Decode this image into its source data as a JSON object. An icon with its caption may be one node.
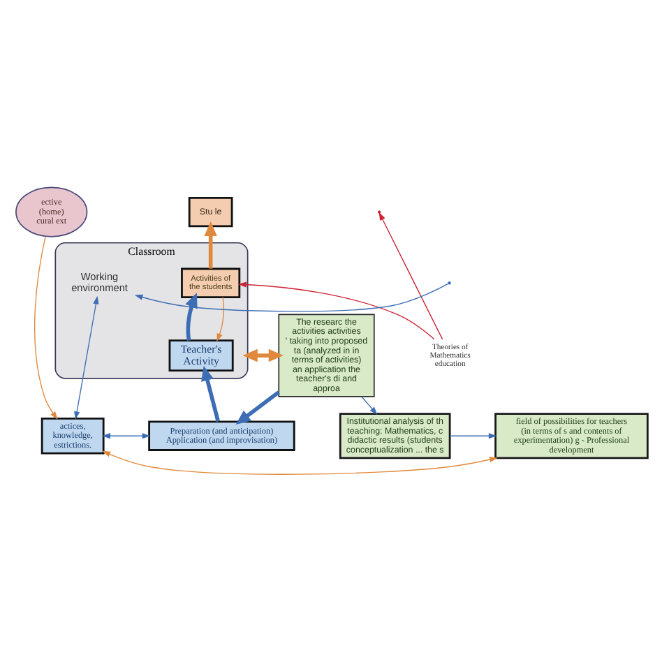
{
  "diagram": {
    "nodes": [
      {
        "text": [
          "ective (home) cural ext"
        ]
      },
      {
        "text": [
          "Classroom"
        ]
      },
      {
        "text": [
          "Stu le"
        ]
      },
      {
        "text": [
          "Working environment"
        ],
        "in": 1
      },
      {
        "text": [
          "Activities of the students"
        ],
        "in": 1
      },
      {
        "text": [
          "Teacher's Activity"
        ],
        "in": 1
      },
      {
        "text": [
          "The researc the activities activities ' taking into proposed ta (analyzed in in terms of activities) an application the teacher's di and approa"
        ]
      },
      {
        "text": [
          "Theories of Mathematics education"
        ]
      },
      {
        "text": [
          "actices, knowledge, estrictions."
        ]
      },
      {
        "text": [
          "Preparation (and anticipation) Application (and improvisation)"
        ]
      },
      {
        "text": [
          "field of possibilities for teachers (in terms of s and contents of experimentation) g - Professional development"
        ]
      },
      {
        "text": [
          "Institutional analysis of th teaching: Mathematics, c didactic results (students conceptualization ... the s"
        ]
      }
    ],
    "edges": [
      {
        "from": 4,
        "to": 2,
        "arrow": "to",
        "color": "#e0893c",
        "style": "thick"
      },
      {
        "from": 5,
        "to": 4,
        "arrow": "to",
        "style": "thick"
      },
      {
        "from": 4,
        "to": 5,
        "arrow": "to",
        "color": "#e0893c"
      },
      {
        "from": 7,
        "to": 4,
        "arrow": "to",
        "color": "#cc2233"
      },
      {
        "from": 7,
        "to": null,
        "arrow": "to",
        "color": "#cc2233"
      },
      {
        "from": 1,
        "to": 6,
        "arrow": "both",
        "color": "#e0893c",
        "style": "thick"
      },
      {
        "from": 9,
        "to": 5,
        "arrow": "to",
        "style": "thick"
      },
      {
        "from": 8,
        "to": 9,
        "arrow": "both"
      },
      {
        "from": 6,
        "to": 9,
        "arrow": "to",
        "style": "thick"
      },
      {
        "from": 6,
        "to": 11,
        "arrow": "to"
      },
      {
        "from": 11,
        "to": 10,
        "arrow": "to"
      },
      {
        "from": 0,
        "to": 8,
        "arrow": "to",
        "color": "#e0893c"
      },
      {
        "from": 8,
        "to": 3,
        "arrow": "both"
      },
      {
        "from": null,
        "to": 3,
        "arrow": "to"
      },
      {
        "from": 8,
        "to": 10,
        "arrow": "both",
        "color": "#e0893c"
      }
    ]
  }
}
